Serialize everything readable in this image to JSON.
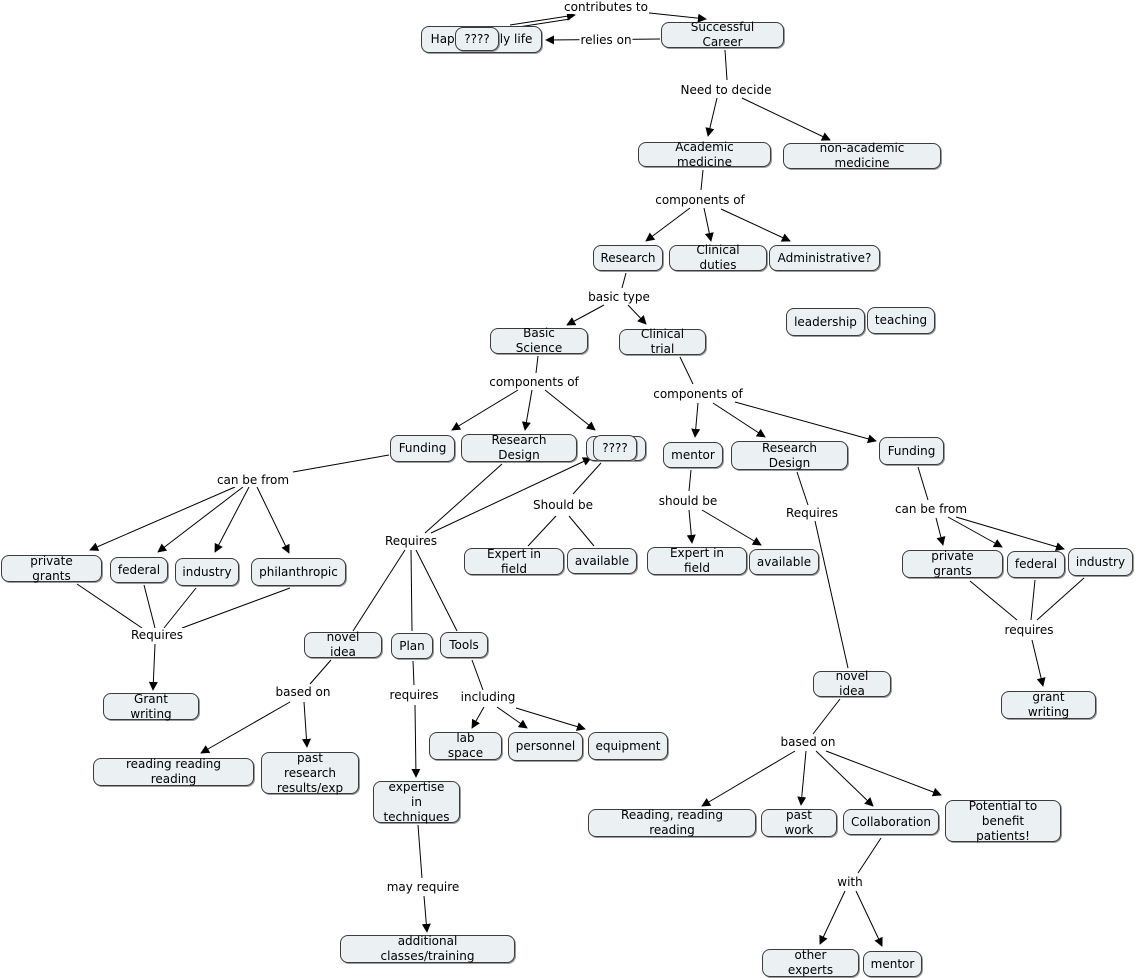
{
  "diagram": {
    "type": "concept-map",
    "colors": {
      "node_fill": "#ebf1f3",
      "node_border": "#3c3c3c",
      "line": "#000000",
      "background": "#ffffff"
    },
    "nodes": [
      {
        "id": "happy_family",
        "text": "Happy family life"
      },
      {
        "id": "unknown_top",
        "text": "????"
      },
      {
        "id": "career",
        "text": "Successful Career"
      },
      {
        "id": "academic",
        "text": "Academic medicine"
      },
      {
        "id": "nonacademic",
        "text": "non-academic medicine"
      },
      {
        "id": "research",
        "text": "Research"
      },
      {
        "id": "clinical_duties",
        "text": "Clinical duties"
      },
      {
        "id": "admin",
        "text": "Administrative?"
      },
      {
        "id": "leadership",
        "text": "leadership"
      },
      {
        "id": "teaching",
        "text": "teaching"
      },
      {
        "id": "basic_science",
        "text": "Basic Science"
      },
      {
        "id": "clinical_trial",
        "text": "Clinical trial"
      },
      {
        "id": "bs_funding",
        "text": "Funding"
      },
      {
        "id": "bs_design",
        "text": "Research Design"
      },
      {
        "id": "bs_unknown_back",
        "text": ""
      },
      {
        "id": "bs_unknown",
        "text": "????"
      },
      {
        "id": "bs_private",
        "text": "private grants"
      },
      {
        "id": "bs_federal",
        "text": "federal"
      },
      {
        "id": "bs_industry",
        "text": "industry"
      },
      {
        "id": "bs_philanthropic",
        "text": "philanthropic"
      },
      {
        "id": "bs_grant_writing",
        "text": "Grant writing"
      },
      {
        "id": "bs_expert",
        "text": "Expert in field"
      },
      {
        "id": "bs_available",
        "text": "available"
      },
      {
        "id": "bs_novel",
        "text": "novel idea"
      },
      {
        "id": "bs_plan",
        "text": "Plan"
      },
      {
        "id": "bs_tools",
        "text": "Tools"
      },
      {
        "id": "bs_reading",
        "text": "reading reading reading"
      },
      {
        "id": "bs_past",
        "text": "past research\nresults/exp"
      },
      {
        "id": "bs_expertise",
        "text": "expertise in\ntechniques"
      },
      {
        "id": "bs_classes",
        "text": "additional classes/training"
      },
      {
        "id": "bs_lab",
        "text": "lab space"
      },
      {
        "id": "bs_personnel",
        "text": "personnel"
      },
      {
        "id": "bs_equipment",
        "text": "equipment"
      },
      {
        "id": "ct_mentor",
        "text": "mentor"
      },
      {
        "id": "ct_design",
        "text": "Research Design"
      },
      {
        "id": "ct_funding",
        "text": "Funding"
      },
      {
        "id": "ct_expert",
        "text": "Expert in field"
      },
      {
        "id": "ct_available",
        "text": "available"
      },
      {
        "id": "ct_private",
        "text": "private grants"
      },
      {
        "id": "ct_federal",
        "text": "federal"
      },
      {
        "id": "ct_industry",
        "text": "industry"
      },
      {
        "id": "ct_grant_writing",
        "text": "grant writing"
      },
      {
        "id": "ct_novel",
        "text": "novel idea"
      },
      {
        "id": "ct_reading",
        "text": "Reading, reading reading"
      },
      {
        "id": "ct_past",
        "text": "past work"
      },
      {
        "id": "ct_collab",
        "text": "Collaboration"
      },
      {
        "id": "ct_potential",
        "text": "Potential to\nbenefit patients!"
      },
      {
        "id": "ct_other_experts",
        "text": "other experts"
      },
      {
        "id": "ct_mentor2",
        "text": "mentor"
      }
    ],
    "links": [
      {
        "id": "contributes_to",
        "text": "contributes to"
      },
      {
        "id": "relies_on",
        "text": "relies on"
      },
      {
        "id": "need_to_decide",
        "text": "Need to decide"
      },
      {
        "id": "am_components",
        "text": "components of"
      },
      {
        "id": "basic_type",
        "text": "basic type"
      },
      {
        "id": "bs_components",
        "text": "components of"
      },
      {
        "id": "ct_components",
        "text": "components of"
      },
      {
        "id": "bs_can_be_from",
        "text": "can be from"
      },
      {
        "id": "bs_requires_grant",
        "text": "Requires"
      },
      {
        "id": "bs_design_requires",
        "text": "Requires"
      },
      {
        "id": "bs_should_be",
        "text": "Should be"
      },
      {
        "id": "bs_based_on",
        "text": "based on"
      },
      {
        "id": "bs_plan_requires",
        "text": "requires"
      },
      {
        "id": "bs_including",
        "text": "including"
      },
      {
        "id": "bs_may_require",
        "text": "may require"
      },
      {
        "id": "ct_should_be",
        "text": "should be"
      },
      {
        "id": "ct_design_requires",
        "text": "Requires"
      },
      {
        "id": "ct_can_be_from",
        "text": "can be from"
      },
      {
        "id": "ct_requires_grant",
        "text": "requires"
      },
      {
        "id": "ct_based_on",
        "text": "based on"
      },
      {
        "id": "ct_with",
        "text": "with"
      }
    ]
  }
}
